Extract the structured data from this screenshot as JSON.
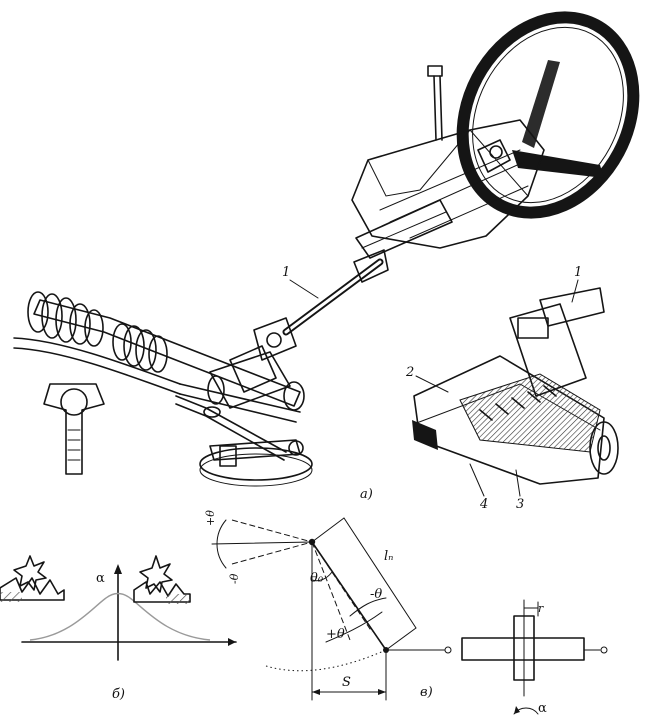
{
  "figure": {
    "part_labels": {
      "callout_1_top": "1",
      "callout_1_right": "1",
      "callout_2": "2",
      "callout_3": "3",
      "callout_4": "4",
      "subfig_a": "а)",
      "subfig_b": "б)",
      "subfig_v": "в)"
    },
    "graph_b": {
      "y_symbol": "α"
    },
    "geometry_v": {
      "theta_plus": "+θ",
      "theta_minus": "-θ",
      "theta_zero": "θ₀",
      "theta_minus_arc": "-θ",
      "theta_plus_arc": "+θ",
      "length_label": "lₙ",
      "travel_label": "S",
      "offset_label": "r",
      "alpha_symbol": "α"
    }
  },
  "colors": {
    "ink": "#151515",
    "paper": "#ffffff",
    "bell_curve": "#9a9a9a",
    "hatch": "#555555"
  }
}
